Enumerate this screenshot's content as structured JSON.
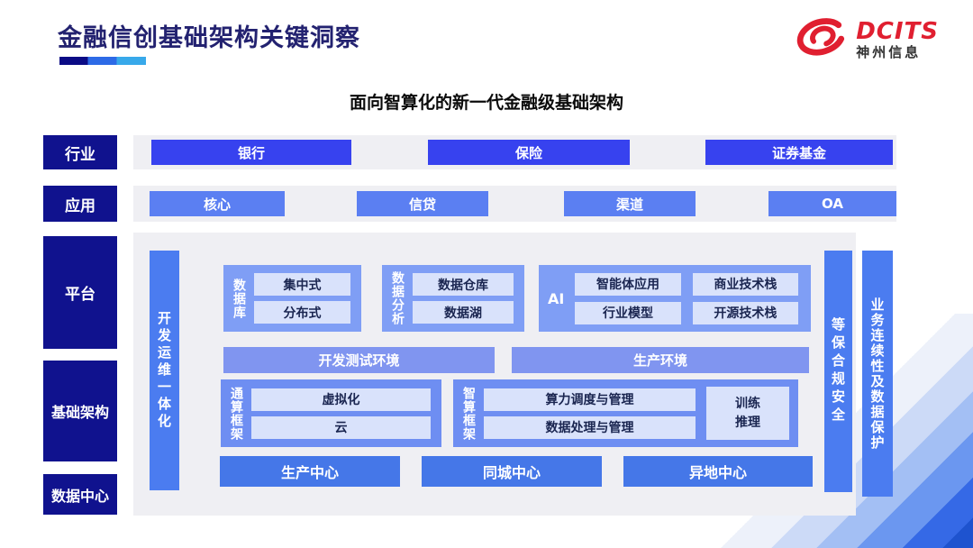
{
  "header": {
    "title": "金融信创基础架构关键洞察",
    "logo": {
      "brand": "DCITS",
      "company": "神州信息"
    }
  },
  "subtitle": "面向智算化的新一代金融级基础架构",
  "sidebar": {
    "industry": "行业",
    "application": "应用",
    "platform": "平台",
    "infrastructure": "基础架构",
    "datacenter": "数据中心"
  },
  "industry_row": {
    "items": [
      "银行",
      "保险",
      "证券基金"
    ]
  },
  "application_row": {
    "items": [
      "核心",
      "信贷",
      "渠道",
      "OA"
    ]
  },
  "platform_area": {
    "devops_bar": "开发运维一体化",
    "security_bar": "等保合规安全",
    "continuity_bar": "业务连续性及数据保护",
    "database": {
      "label": "数据库",
      "items": [
        "集中式",
        "分布式"
      ]
    },
    "analytics": {
      "label": "数据分析",
      "items": [
        "数据仓库",
        "数据湖"
      ]
    },
    "ai": {
      "label": "AI",
      "items": [
        "智能体应用",
        "商业技术栈",
        "行业模型",
        "开源技术栈"
      ]
    },
    "environments": {
      "dev_test": "开发测试环境",
      "production": "生产环境"
    },
    "general_framework": {
      "label": "通算框架",
      "items": [
        "虚拟化",
        "云"
      ]
    },
    "intelligent_framework": {
      "label": "智算框架",
      "items": [
        "算力调度与管理",
        "数据处理与管理"
      ],
      "side_box": "训练\n推理"
    },
    "centers": [
      "生产中心",
      "同城中心",
      "异地中心"
    ]
  },
  "colors": {
    "sidebar_navy": "#10128e",
    "industry_button": "#3742ef",
    "application_button": "#5b7ff2",
    "bar_blue": "#4b7cf0",
    "section_box": "#7f9ef5",
    "framework_box": "#6e8ef2",
    "env_bar": "#8095f0",
    "inner_box": "#d9e2fb",
    "center_button": "#4577e8",
    "panel_gray": "#efeff3",
    "title_navy": "#232270",
    "logo_red": "#e01f30"
  }
}
